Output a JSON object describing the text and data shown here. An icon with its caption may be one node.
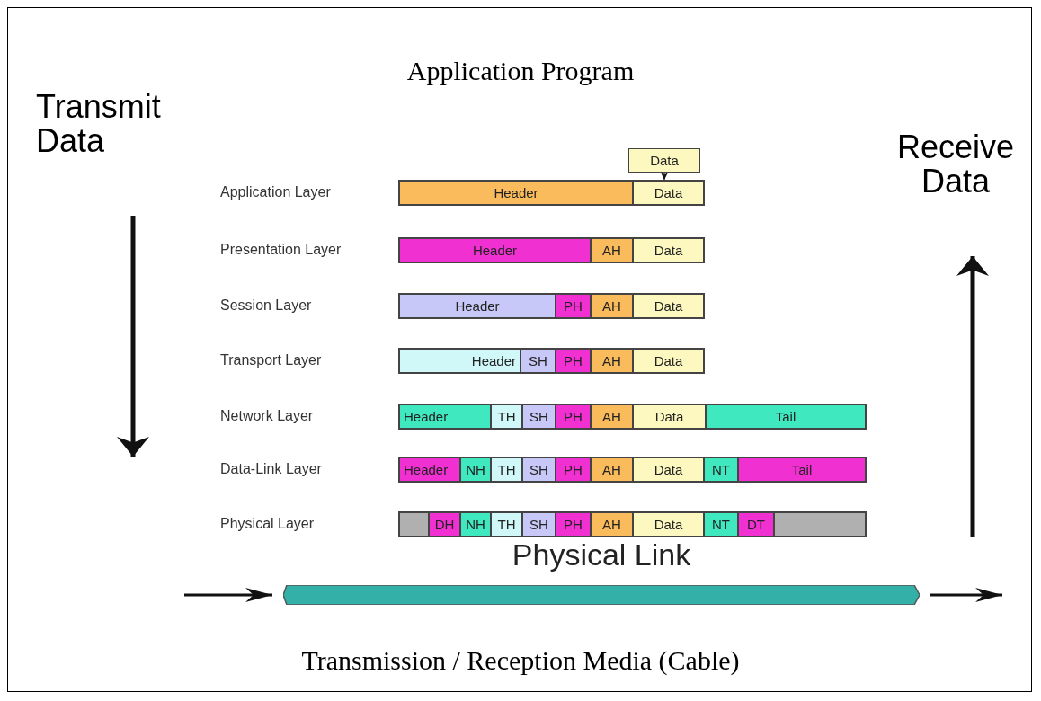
{
  "diagram": {
    "title": "Application Program",
    "caption": "Transmission / Reception Media (Cable)",
    "nodes": [
      {
        "text": [
          "Data"
        ]
      },
      {
        "text": [
          "Header"
        ]
      },
      {
        "text": [
          "Data"
        ]
      },
      {
        "text": [
          "Header"
        ]
      },
      {
        "text": [
          "AH"
        ]
      },
      {
        "text": [
          "Data"
        ]
      },
      {
        "text": [
          "Header"
        ]
      },
      {
        "text": [
          "PH"
        ]
      },
      {
        "text": [
          "AH"
        ]
      },
      {
        "text": [
          "Data"
        ]
      },
      {
        "text": [
          "Header"
        ]
      },
      {
        "text": [
          "SH"
        ]
      },
      {
        "text": [
          "PH"
        ]
      },
      {
        "text": [
          "AH"
        ]
      },
      {
        "text": [
          "Data"
        ]
      },
      {
        "text": [
          "Header"
        ]
      },
      {
        "text": [
          "TH"
        ]
      },
      {
        "text": [
          "SH"
        ]
      },
      {
        "text": [
          "PH"
        ]
      },
      {
        "text": [
          "AH"
        ]
      },
      {
        "text": [
          "Data"
        ]
      },
      {
        "text": [
          "Tail"
        ]
      },
      {
        "text": [
          "Header"
        ]
      },
      {
        "text": [
          "NH"
        ]
      },
      {
        "text": [
          "TH"
        ]
      },
      {
        "text": [
          "SH"
        ]
      },
      {
        "text": [
          "PH"
        ]
      },
      {
        "text": [
          "AH"
        ]
      },
      {
        "text": [
          "Data"
        ]
      },
      {
        "text": [
          "NT"
        ]
      },
      {
        "text": [
          "Tail"
        ]
      },
      {
        "text": [],
        "shape": "bar"
      },
      {
        "text": [
          "DH"
        ]
      },
      {
        "text": [
          "NH"
        ]
      },
      {
        "text": [
          "TH"
        ]
      },
      {
        "text": [
          "SH"
        ]
      },
      {
        "text": [
          "PH"
        ]
      },
      {
        "text": [
          "AH"
        ]
      },
      {
        "text": [
          "Data"
        ]
      },
      {
        "text": [
          "NT"
        ]
      },
      {
        "text": [
          "DT"
        ]
      },
      {
        "text": [],
        "shape": "bar"
      },
      {
        "text": [],
        "shape": "cylinder",
        "beside": [
          "Physical Link"
        ]
      }
    ],
    "edges": [
      {
        "from": 0,
        "to": 2,
        "arrow": "to"
      },
      {
        "from": null,
        "to": 42,
        "arrow": "to"
      },
      {
        "from": 42,
        "to": null,
        "arrow": "to"
      }
    ],
    "labels": [
      "Transmit Data",
      "Receive Data",
      "Application Layer",
      "Presentation Layer",
      "Session Layer",
      "Transport Layer",
      "Network Layer",
      "Data-Link Layer",
      "Physical Layer"
    ]
  }
}
